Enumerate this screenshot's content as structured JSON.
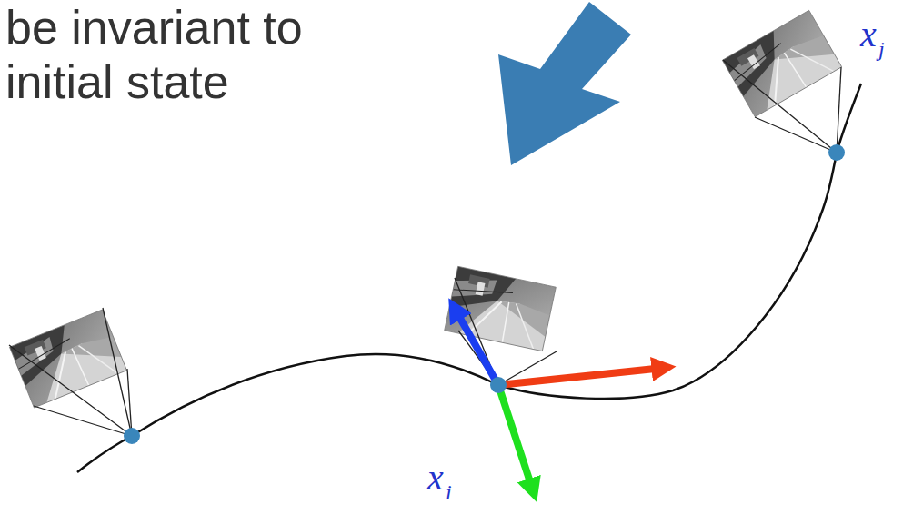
{
  "diagram": {
    "labels": [
      "be invariant to",
      "initial state",
      "x",
      "i",
      "x",
      "j"
    ]
  }
}
